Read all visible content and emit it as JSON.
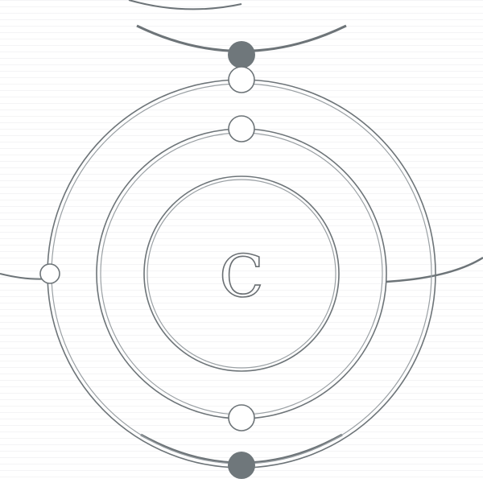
{
  "diagram": {
    "element_symbol": "C",
    "shells": [
      {
        "electrons": 2
      },
      {
        "electrons": 4
      }
    ],
    "colors": {
      "ring": "#6d7478",
      "ring_inner": "#9aa0a4",
      "electron_fill": "#6f777b",
      "electron_hollow": "#ffffff",
      "symbol": "#6a6f73"
    }
  }
}
